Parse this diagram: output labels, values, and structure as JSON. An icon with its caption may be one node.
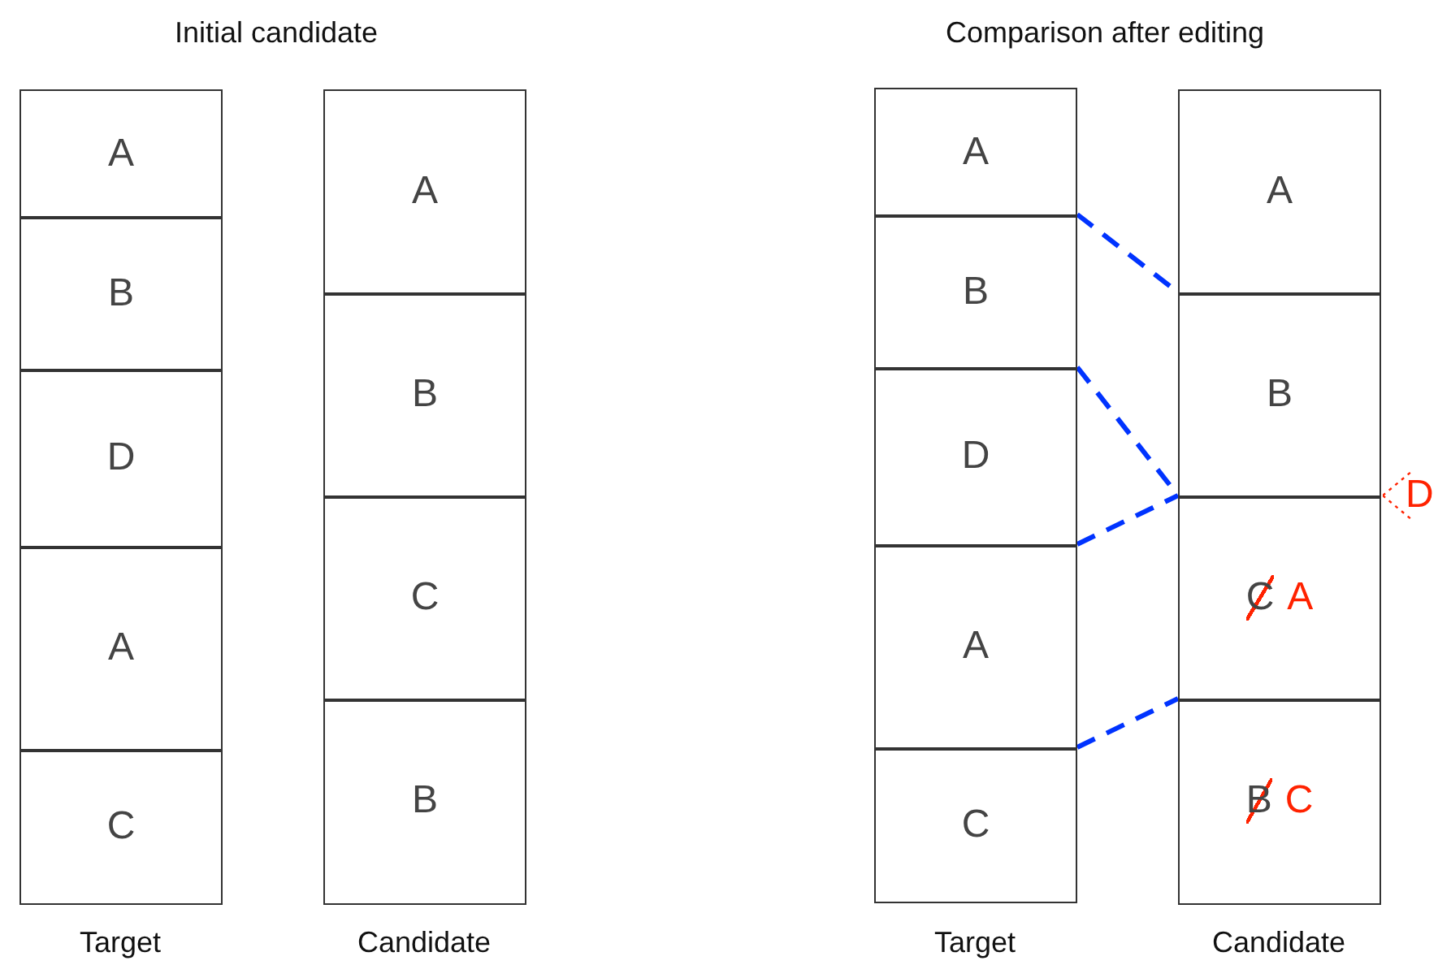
{
  "diagram": {
    "nodes": [
      {
        "text": [
          "A"
        ]
      },
      {
        "text": [
          "B"
        ]
      },
      {
        "text": [
          "D"
        ]
      },
      {
        "text": [
          "A"
        ]
      },
      {
        "text": [
          "C"
        ]
      },
      {
        "text": [
          "A"
        ]
      },
      {
        "text": [
          "B"
        ]
      },
      {
        "text": [
          "C"
        ]
      },
      {
        "text": [
          "B"
        ]
      },
      {
        "text": [
          "A"
        ]
      },
      {
        "text": [
          "B"
        ]
      },
      {
        "text": [
          "D"
        ]
      },
      {
        "text": [
          "A"
        ]
      },
      {
        "text": [
          "C"
        ]
      },
      {
        "text": [
          "A"
        ]
      },
      {
        "text": [
          "B"
        ]
      },
      {
        "text": [
          "C",
          "A"
        ]
      },
      {
        "text": [
          "B",
          "C"
        ]
      },
      {
        "text": [
          "D"
        ]
      }
    ],
    "edges": [
      {
        "from": 10,
        "to": 15,
        "arrow": "none",
        "style": "dashed",
        "color": "#0033ff"
      },
      {
        "from": 11,
        "to": 16,
        "arrow": "none",
        "style": "dashed",
        "color": "#0033ff"
      },
      {
        "from": 12,
        "to": 16,
        "arrow": "none",
        "style": "dashed",
        "color": "#0033ff"
      },
      {
        "from": 13,
        "to": 17,
        "arrow": "none",
        "style": "dashed",
        "color": "#0033ff"
      }
    ],
    "labels": [
      "Initial candidate",
      "Comparison after editing",
      "Target",
      "Candidate",
      "Target",
      "Candidate"
    ]
  }
}
